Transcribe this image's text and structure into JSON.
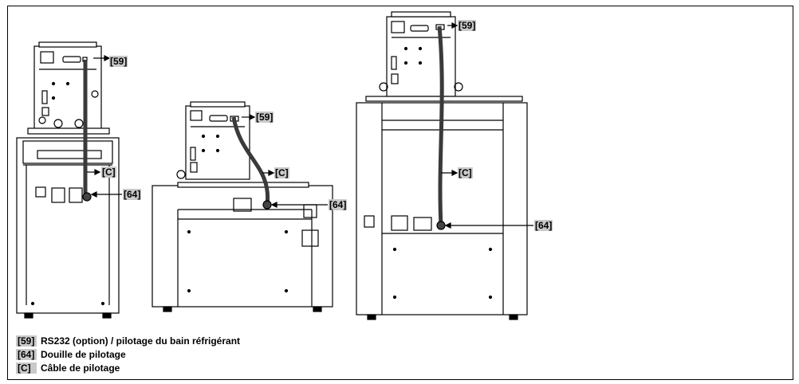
{
  "callouts": {
    "c59": "[59]",
    "c64": "[64]",
    "cC": "[C]"
  },
  "legend": [
    {
      "key": "[59]",
      "text": "RS232 (option) / pilotage du bain réfrigérant"
    },
    {
      "key": "[64]",
      "text": "Douille de pilotage"
    },
    {
      "key": "[C]",
      "text": "Câble de pilotage"
    }
  ],
  "colors": {
    "callout_bg": "#c9c9c9",
    "line": "#000000",
    "cable": "#3a3a3a"
  }
}
